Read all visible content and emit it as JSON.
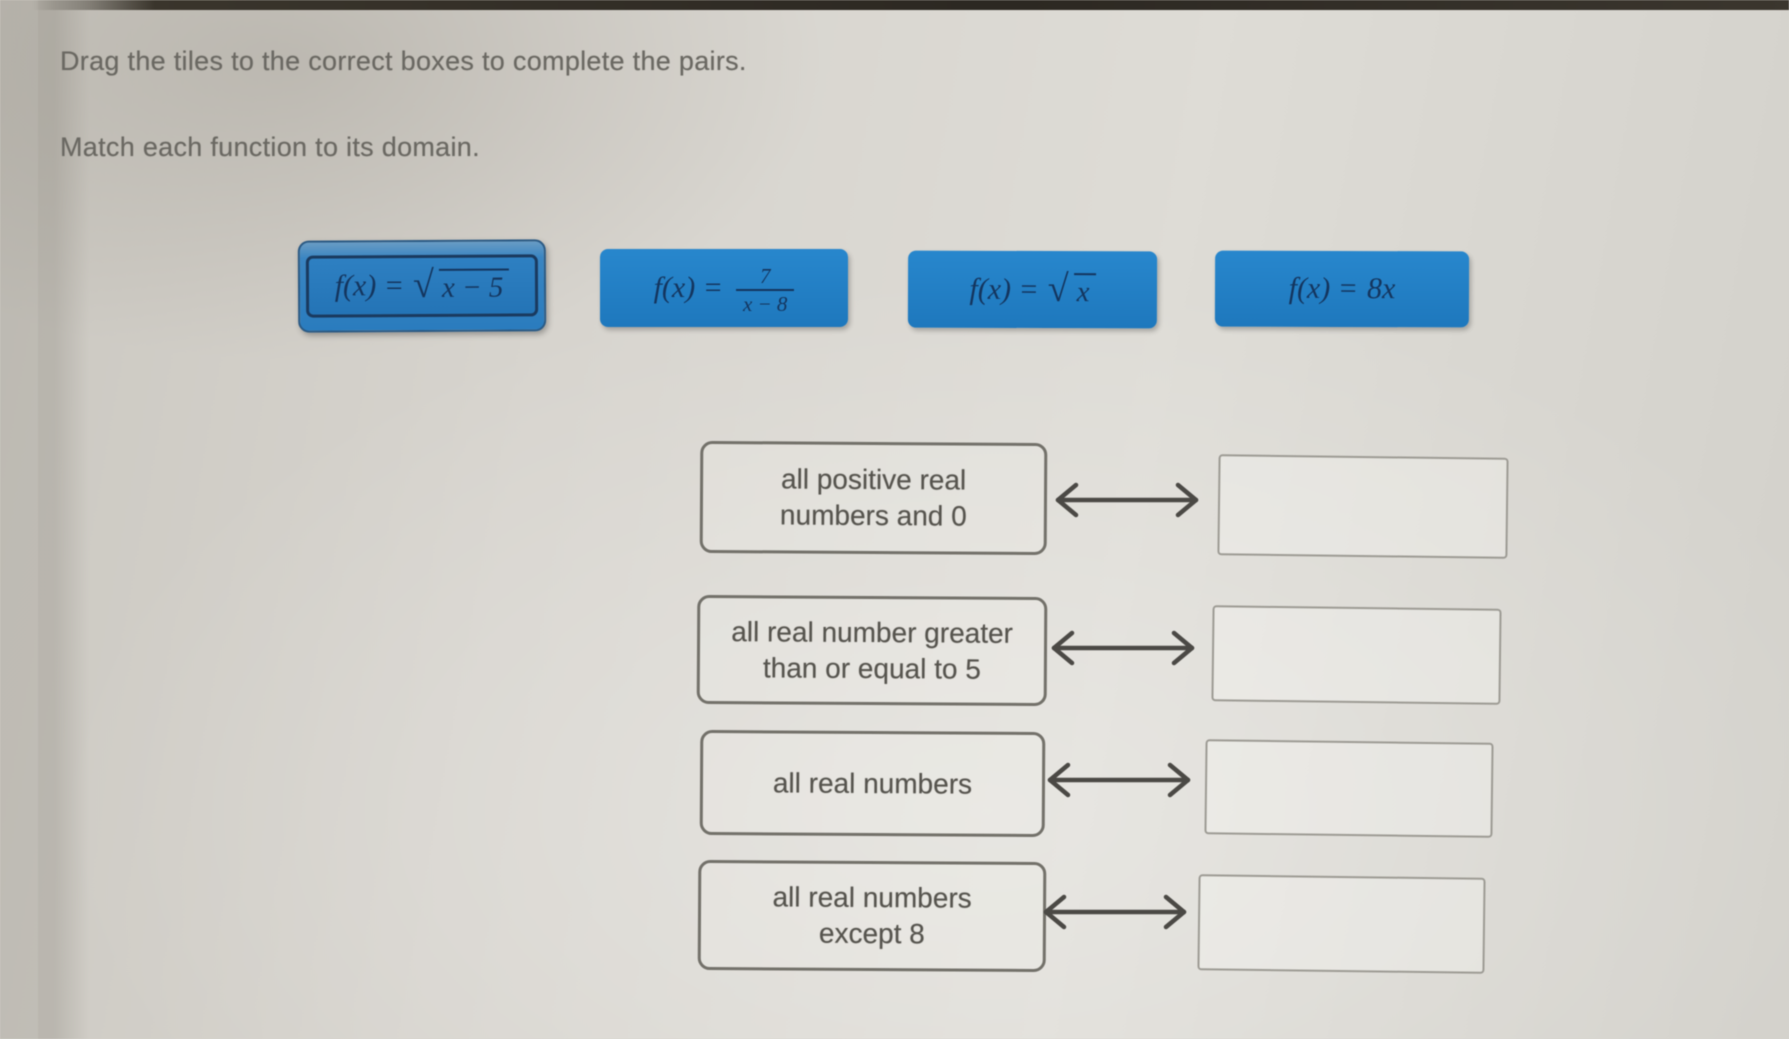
{
  "instructions": {
    "line1": "Drag the tiles to the correct boxes to complete the pairs.",
    "line2": "Match each function to its domain."
  },
  "tiles": [
    {
      "name": "f-of-x-equals-sqrt-x-minus-5",
      "fx": "f(x) =",
      "radical": "√",
      "radicand": "x − 5",
      "selected": true
    },
    {
      "name": "f-of-x-equals-7-over-x-minus-8",
      "fx": "f(x) =",
      "numerator": "7",
      "denominator": "x − 8",
      "selected": false
    },
    {
      "name": "f-of-x-equals-sqrt-x",
      "fx": "f(x) =",
      "radical": "√",
      "radicand": "x",
      "selected": false
    },
    {
      "name": "f-of-x-equals-8x",
      "fx": "f(x) =",
      "expression": "8x",
      "selected": false
    }
  ],
  "matches": [
    {
      "line1": "all positive real",
      "line2": "numbers and 0"
    },
    {
      "line1": "all real number greater",
      "line2": "than or equal to 5"
    },
    {
      "line1": "all real numbers",
      "line2": ""
    },
    {
      "line1": "all real numbers",
      "line2": "except 8"
    }
  ],
  "colors": {
    "tile_blue": "#2280c6",
    "selected_tile_border": "#1a3a5f",
    "tile_text": "#14355e",
    "label_box_border": "#73716a",
    "label_text": "#56544e",
    "dropzone_border": "#9d9b94",
    "arrow": "#4b4945",
    "background": "#d6d3cd",
    "top_bezel": "#2c2822"
  }
}
